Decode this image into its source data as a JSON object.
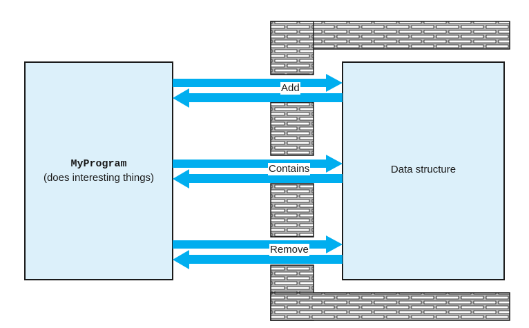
{
  "program": {
    "name": "MyProgram",
    "description": "(does interesting things)"
  },
  "data_structure": {
    "label": "Data structure"
  },
  "operations": [
    {
      "label": "Add"
    },
    {
      "label": "Contains"
    },
    {
      "label": "Remove"
    }
  ],
  "colors": {
    "box_fill": "#dcf0fa",
    "box_stroke": "#1a1a1a",
    "arrow": "#00aeef",
    "wall_fill": "#b3b3b3",
    "brick_fill": "#ffffff",
    "wall_stroke": "#1a1a1a"
  }
}
